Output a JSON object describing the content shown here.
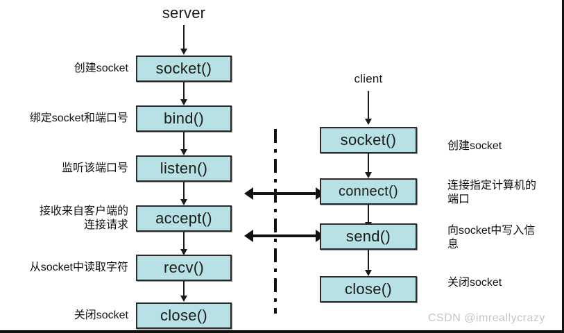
{
  "diagram": {
    "title_server": "server",
    "title_client": "client",
    "watermark": "CSDN @imreallycrazy",
    "box_fill": "#b7e1e4",
    "box_border": "#2b2b2b",
    "line_color": "#111111",
    "server": {
      "nodes": [
        {
          "label": "socket()",
          "note": "创建socket"
        },
        {
          "label": "bind()",
          "note": "绑定socket和端口号"
        },
        {
          "label": "listen()",
          "note": "监听该端口号"
        },
        {
          "label": "accept()",
          "note": "接收来自客户端的\n连接请求"
        },
        {
          "label": "recv()",
          "note": "从socket中读取字符"
        },
        {
          "label": "close()",
          "note": "关闭socket"
        }
      ]
    },
    "client": {
      "nodes": [
        {
          "label": "socket()",
          "note": "创建socket"
        },
        {
          "label": "connect()",
          "note": "连接指定计算机的\n端口"
        },
        {
          "label": "send()",
          "note": "向socket中写入信\n息"
        },
        {
          "label": "close()",
          "note": "关闭socket"
        }
      ]
    },
    "links": [
      {
        "name": "accept-connect-link"
      },
      {
        "name": "recv-send-link"
      }
    ]
  }
}
